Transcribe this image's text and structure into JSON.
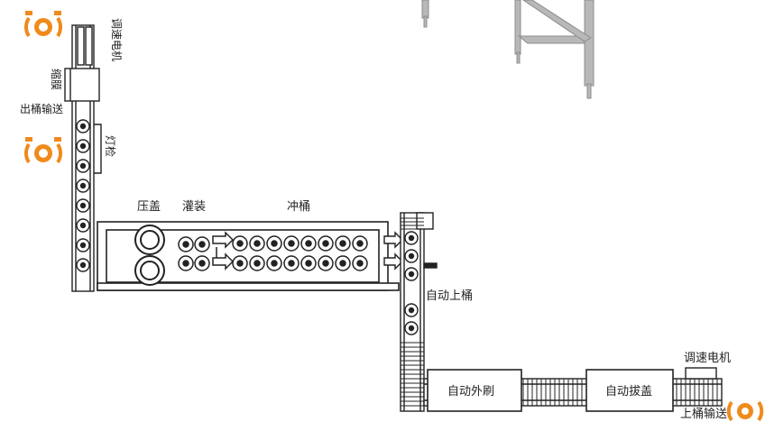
{
  "labels": {
    "motor_top": "调速电机",
    "shrink": "缩膜",
    "out_conveyor": "出桶输送",
    "lamp_check": "灯检",
    "press_cap": "压盖",
    "filling": "灌装",
    "rinse": "冲桶",
    "auto_load": "自动上桶",
    "auto_brush": "自动外刷",
    "auto_decap": "自动拔盖",
    "motor_bottom": "调速电机",
    "in_conveyor": "上桶输送"
  },
  "colors": {
    "line": "#222222",
    "fill": "#ffffff",
    "robot": "#f08a1c",
    "frame": "#8c8c8c"
  },
  "icons": [
    "robot-arm-icon",
    "robot-arm-icon",
    "robot-arm-icon"
  ]
}
